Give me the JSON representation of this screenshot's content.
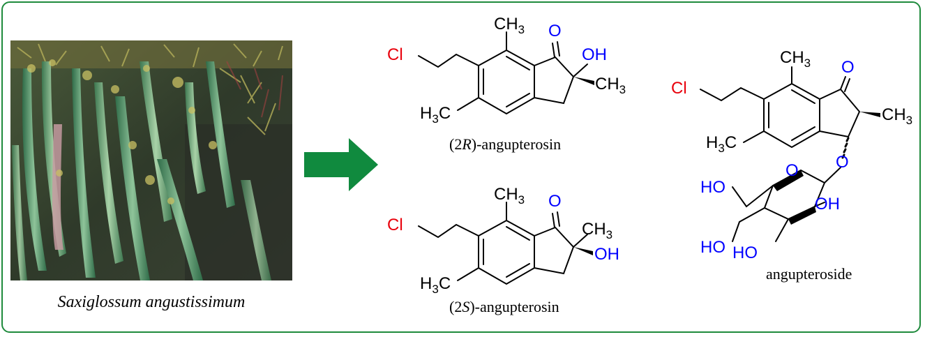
{
  "photo": {
    "caption": "Saxiglossum angustissimum"
  },
  "compounds": [
    {
      "id": "2R",
      "name_prefix": "(2",
      "name_italic": "R",
      "name_suffix": ")-angupterosin"
    },
    {
      "id": "2S",
      "name_prefix": "(2",
      "name_italic": "S",
      "name_suffix": ")-angupterosin"
    },
    {
      "id": "glycoside",
      "name": "angupteroside"
    }
  ],
  "atoms": {
    "Cl": "Cl",
    "CH3": "CH",
    "H3C_H": "H",
    "H3C_C": "C",
    "sub3": "3",
    "O": "O",
    "OH": "OH",
    "HO": "HO"
  },
  "colors": {
    "frame": "#1e8a3c",
    "arrow": "#108a3e",
    "chlorine": "#e8000b",
    "oxygen": "#0000ff",
    "carbon_text": "#000000"
  }
}
